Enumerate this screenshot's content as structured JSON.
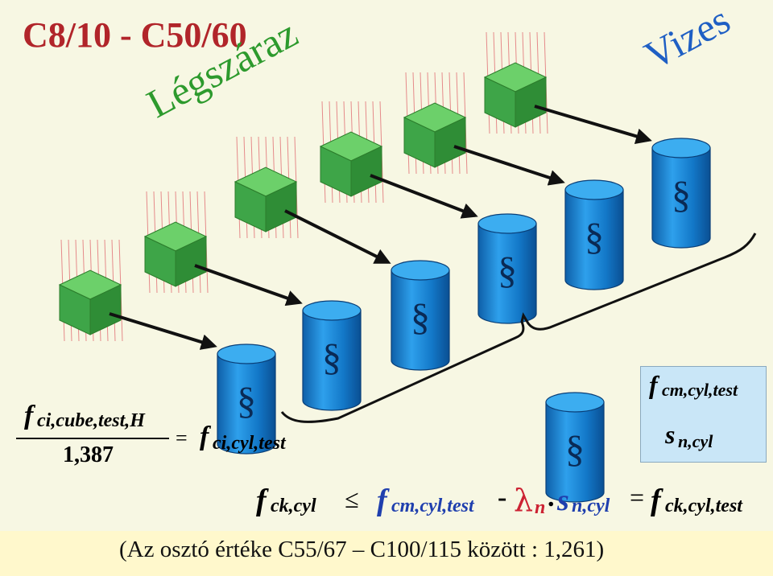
{
  "title": "C8/10 - C50/60",
  "label_dry": "Légszáraz",
  "label_wet": "Vizes",
  "cylinder_symbol": "§",
  "conversion": {
    "numerator": "f",
    "numerator_sub": "ci,cube,test,H",
    "denominator": "1,387",
    "equals": "=",
    "result": "f",
    "result_sub": "ci,cyl,test"
  },
  "infobox": {
    "line1": "f",
    "line1_sub": "cm,cyl,test",
    "line2": "s",
    "line2_sub": "n,cyl"
  },
  "formula": {
    "lhs": "f",
    "lhs_sub": "ck,cyl",
    "leq": "≤",
    "term1": "f",
    "term1_sub": "cm,cyl,test",
    "minus": "-",
    "lambda": "λ",
    "lambda_sub": "n",
    "dot": ".",
    "s": "s",
    "s_sub": "n,cyl",
    "eq": "=",
    "rhs": "f",
    "rhs_sub": "ck,cyl,test"
  },
  "footer": "(Az osztó értéke C55/67 – C100/115 között : 1,261)",
  "colors": {
    "title": "#b1252a",
    "dry": "#2d9a2d",
    "wet": "#1f5fc4",
    "cylinder": "#1a82d6",
    "cube": "#3fb045",
    "lambda": "#cc2233"
  }
}
